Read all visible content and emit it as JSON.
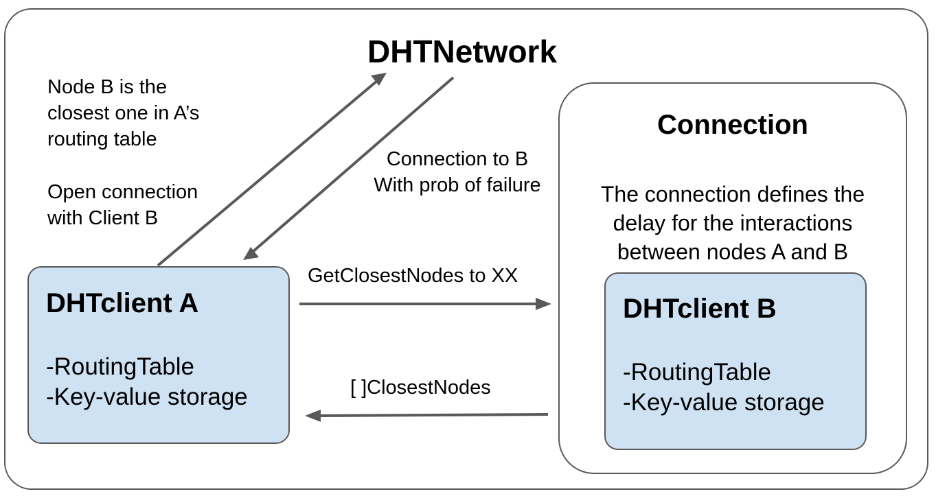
{
  "network": {
    "title": "DHTNetwork"
  },
  "notes": {
    "routing": [
      "Node B is the",
      "closest one in A’s",
      "routing table"
    ],
    "open": [
      "Open connection",
      "with Client B"
    ],
    "connection_to_b": [
      "Connection to B",
      "With prob of failure"
    ]
  },
  "connection": {
    "title": "Connection",
    "description": [
      "The connection defines the",
      "delay for the interactions",
      "between nodes A and B"
    ]
  },
  "client_a": {
    "title": "DHTclient A",
    "attributes": [
      "-RoutingTable",
      "-Key-value storage"
    ]
  },
  "client_b": {
    "title": "DHTclient B",
    "attributes": [
      "-RoutingTable",
      "-Key-value storage"
    ]
  },
  "messages": {
    "request": "GetClosestNodes to XX",
    "response": "[ ]ClosestNodes"
  },
  "colors": {
    "client_fill": "#cfe2f3",
    "stroke": "#595959"
  }
}
